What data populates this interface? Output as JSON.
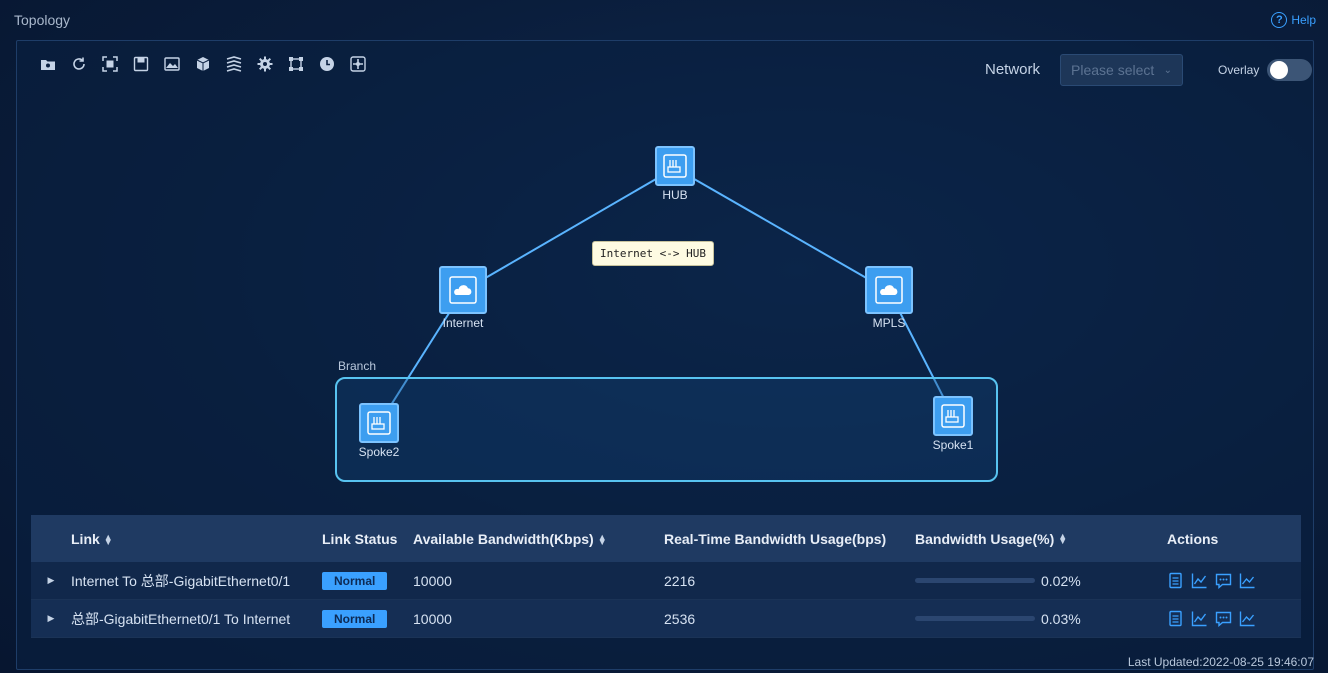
{
  "header": {
    "title": "Topology",
    "help_label": "Help"
  },
  "toolbar": {
    "icons": [
      "folder-pin-icon",
      "refresh-icon",
      "fit-screen-icon",
      "save-icon",
      "image-export-icon",
      "cube-icon",
      "layers-icon",
      "settings-icon",
      "select-icon",
      "history-icon",
      "move-icon"
    ]
  },
  "filters": {
    "network_label": "Network",
    "network_placeholder": "Please select",
    "overlay_label": "Overlay",
    "overlay_on": false
  },
  "topology": {
    "nodes": {
      "hub": "HUB",
      "internet": "Internet",
      "mpls": "MPLS",
      "spoke1": "Spoke1",
      "spoke2": "Spoke2"
    },
    "branch_label": "Branch",
    "tooltip": "Internet <-> HUB"
  },
  "table": {
    "headers": {
      "link": "Link",
      "status": "Link Status",
      "available": "Available Bandwidth(Kbps)",
      "realtime": "Real-Time Bandwidth Usage(bps)",
      "usage": "Bandwidth Usage(%)",
      "actions": "Actions"
    },
    "rows": [
      {
        "link": "Internet To 总部-GigabitEthernet0/1",
        "status": "Normal",
        "available": "10000",
        "realtime": "2216",
        "usage": "0.02%",
        "usage_fraction": 0.0002
      },
      {
        "link": "总部-GigabitEthernet0/1 To Internet",
        "status": "Normal",
        "available": "10000",
        "realtime": "2536",
        "usage": "0.03%",
        "usage_fraction": 0.0003
      }
    ]
  },
  "footer": {
    "last_updated": "Last Updated:2022-08-25 19:46:07"
  },
  "colors": {
    "accent": "#3aa0ff",
    "link_line": "#5ab4ff",
    "branch_border": "#58c3f0",
    "node_fill": "#3d9ef0"
  }
}
